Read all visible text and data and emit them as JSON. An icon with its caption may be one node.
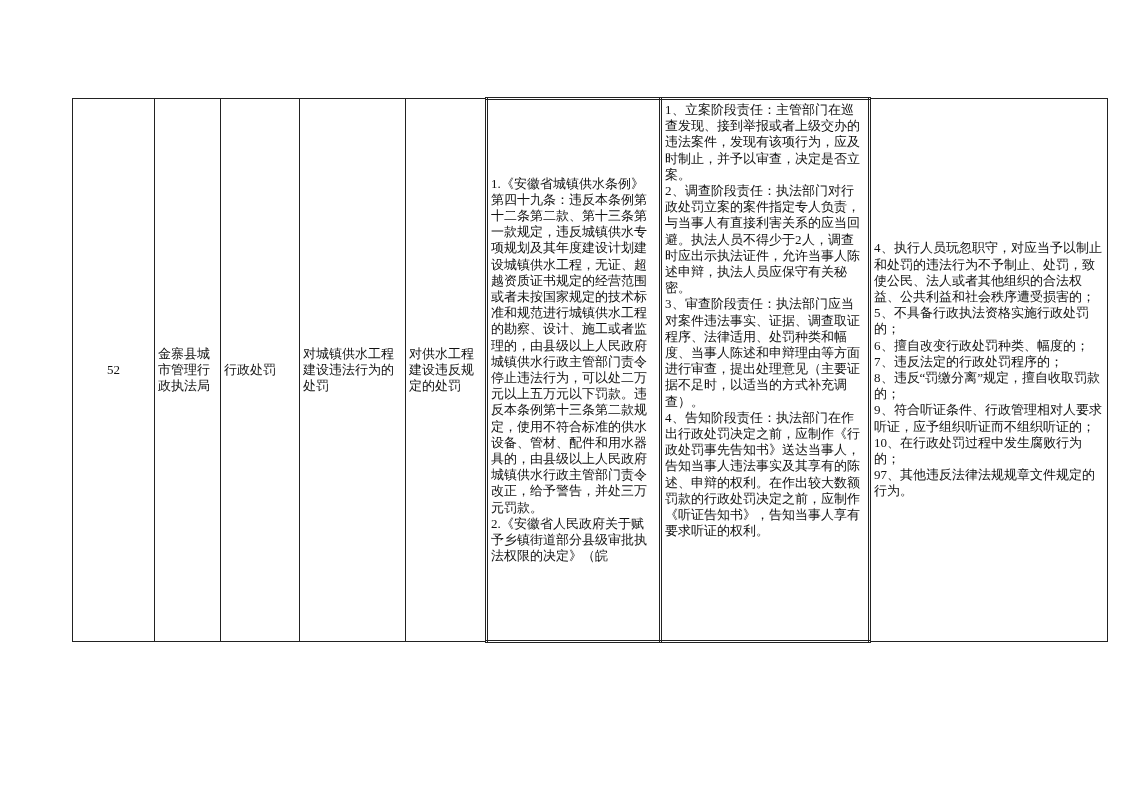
{
  "diagram": {
    "labels": [
      "52",
      "金寨县城市管理行政执法局",
      "行政处罚",
      "对城镇供水工程建设违法行为的处罚",
      "对供水工程建设违反规定的处罚",
      "1.《安徽省城镇供水条例》第四十九条：违反本条例第十二条第二款、第十三条第一款规定，违反城镇供水专项规划及其年度建设计划建设城镇供水工程，无证、超越资质证书规定的经营范围或者未按国家规定的技术标准和规范进行城镇供水工程的勘察、设计、施工或者监理的，由县级以上人民政府城镇供水行政主管部门责令停止违法行为，可以处二万元以上五万元以下罚款。违反本条例第十三条第二款规定，使用不符合标准的供水设备、管材、配件和用水器具的，由县级以上人民政府城镇供水行政主管部门责令改正，给予警告，并处三万元罚款。",
      "2.《安徽省人民政府关于赋予乡镇街道部分县级审批执法权限的决定》（皖",
      "1、立案阶段责任：主管部门在巡查发现、接到举报或者上级交办的违法案件，发现有该项行为，应及时制止，并予以审查，决定是否立案。",
      "2、调查阶段责任：执法部门对行政处罚立案的案件指定专人负责，与当事人有直接利害关系的应当回避。执法人员不得少于2人，调查时应出示执法证件，允许当事人陈述申辩，执法人员应保守有关秘密。",
      "3、审查阶段责任：执法部门应当对案件违法事实、证据、调查取证程序、法律适用、处罚种类和幅度、当事人陈述和申辩理由等方面进行审查，提出处理意见（主要证据不足时，以适当的方式补充调查）。",
      "4、告知阶段责任：执法部门在作出行政处罚决定之前，应制作《行政处罚事先告知书》送达当事人，告知当事人违法事实及其享有的陈述、申辩的权利。在作出较大数额罚款的行政处罚决定之前，应制作《听证告知书》，告知当事人享有要求听证的权利。",
      "4、执行人员玩忽职守，对应当予以制止和处罚的违法行为不予制止、处罚，致使公民、法人或者其他组织的合法权益、公共利益和社会秩序遭受损害的；",
      "5、不具备行政执法资格实施行政处罚的；",
      "6、擅自改变行政处罚种类、幅度的；",
      "7、违反法定的行政处罚程序的；",
      "8、违反“罚缴分离”规定，擅自收取罚款的；",
      "9、符合听证条件、行政管理相对人要求听证，应予组织听证而不组织听证的；",
      "10、在行政处罚过程中发生腐败行为的；",
      "97、其他违反法律法规规章文件规定的行为。"
    ]
  }
}
